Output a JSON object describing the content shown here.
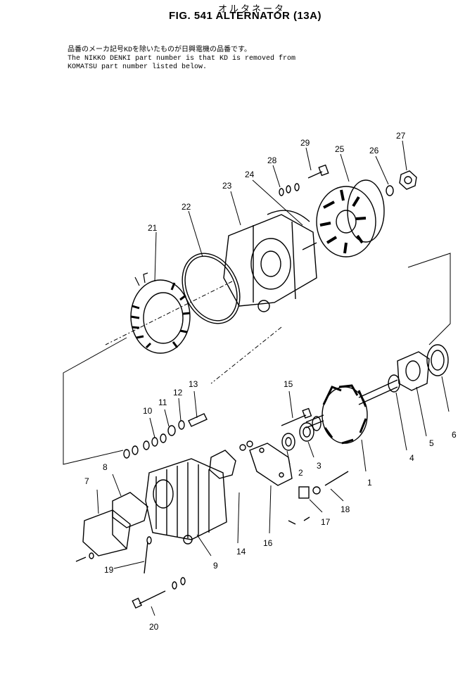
{
  "header": {
    "title_jp": "オルタネータ",
    "title": "FIG. 541   ALTERNATOR (13A)"
  },
  "notes": {
    "line1": "品番のメーカ記号KDを除いたものが日興電機の品番です。",
    "line2": "The NIKKO DENKI part number is that KD is removed from",
    "line3": "KOMATSU part number listed below."
  },
  "callouts": [
    "1",
    "2",
    "3",
    "4",
    "5",
    "6",
    "7",
    "8",
    "9",
    "10",
    "11",
    "12",
    "13",
    "14",
    "15",
    "16",
    "17",
    "18",
    "19",
    "20",
    "21",
    "22",
    "23",
    "24",
    "25",
    "26",
    "27",
    "28",
    "29"
  ],
  "colors": {
    "ink": "#000000",
    "paper": "#ffffff"
  }
}
